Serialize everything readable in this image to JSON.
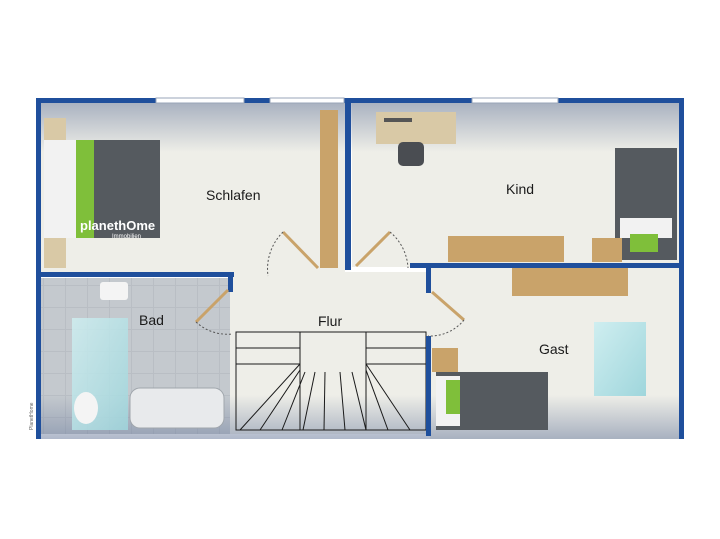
{
  "rooms": {
    "schlafen": "Schlafen",
    "kind": "Kind",
    "bad": "Bad",
    "flur": "Flur",
    "gast": "Gast"
  },
  "watermark": {
    "brand": "planethOme",
    "sub": "Immobilien"
  },
  "side_credit": "PlanetHome",
  "colors": {
    "wall": "#1f4f9c",
    "floor": "#eeeee8",
    "bathroom_tile": "#b7bcc2",
    "wood": "#c9a36a",
    "bed_green": "#7fbf3a",
    "bed_gray": "#555a5f"
  }
}
